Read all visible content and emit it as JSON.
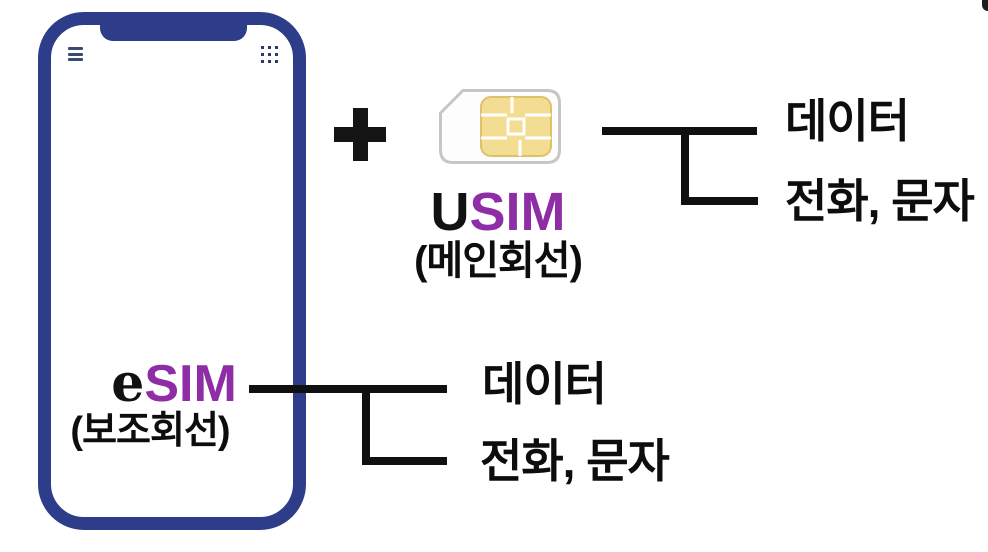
{
  "colors": {
    "phone_navy": "#2e3d8a",
    "sim_purple": "#8e2da5",
    "line_black": "#101010",
    "chip_gold": "#f2dd92",
    "chip_border": "#dcc26a",
    "card_border": "#c6c6c6"
  },
  "icons": {
    "menu": "hamburger-icon",
    "apps": "grid-dots-icon",
    "sim": "sim-card-icon"
  },
  "plus": {
    "symbol": "+"
  },
  "usim": {
    "name_prefix": "U",
    "name_rest": "SIM",
    "subtitle": "(메인회선)",
    "outputs": [
      "데이터",
      "전화, 문자"
    ]
  },
  "esim": {
    "name_prefix": "e",
    "name_rest": "SIM",
    "subtitle": "(보조회선)",
    "outputs": [
      "데이터",
      "전화, 문자"
    ]
  }
}
